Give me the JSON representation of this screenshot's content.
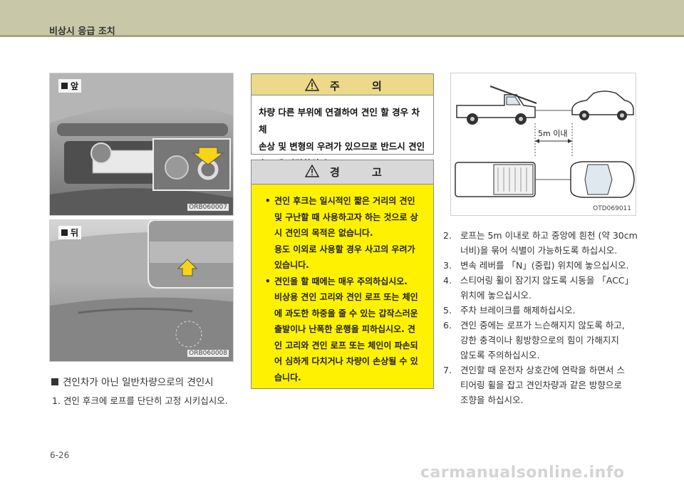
{
  "header": {
    "title": "비상시 응급 조치"
  },
  "front_photo": {
    "label": "앞",
    "code": "ORB060007"
  },
  "rear_photo": {
    "label": "뒤",
    "code": "ORB060008"
  },
  "caution": {
    "title": "주 의",
    "lines": [
      "차량 다른 부위에 연결하여 견인 할 경우 차체",
      "손상 및 변형의 우려가 있으므로 반드시 견인",
      "후크에 연결하십시오."
    ]
  },
  "warning": {
    "title": "경 고",
    "items": [
      {
        "bullet": "•",
        "lines": [
          "견인 후크는 일시적인 짧은 거리의 견인",
          "및 구난할 때 사용하고자 하는 것으로 상",
          "시 견인의 목적은 없습니다.",
          "용도 이외로 사용할 경우 사고의 우려가",
          "있습니다."
        ]
      },
      {
        "bullet": "•",
        "lines": [
          "견인을 할 때에는 매우 주의하십시오.",
          "비상용 견인 고리와 견인 로프 또는 체인",
          "에 과도한 하중을 줄 수 있는 갑작스러운",
          "출발이나 난폭한 운행을 피하십시오. 견",
          "인 고리와 견인 로프 또는 체인이 파손되",
          "어 심하게 다치거나 차량이 손상될 수 있",
          "습니다."
        ]
      }
    ]
  },
  "diagram": {
    "distance_label": "5m 이내",
    "code": "OTD069011"
  },
  "section": {
    "heading": "견인차가 아닌 일반차량으로의 견인시",
    "step1": "1.  견인 후크에 로프를 단단히 고정 시키십시오."
  },
  "steps": [
    {
      "num": "2.",
      "lines": [
        "로프는 5m 이내로 하고 중앙에 흰천 (약 30cm",
        "너비)을 묶어 식별이 가능하도록 하십시오."
      ]
    },
    {
      "num": "3.",
      "lines": [
        "변속 레버를 「N」(중립) 위치에 놓으십시오."
      ]
    },
    {
      "num": "4.",
      "lines": [
        "스티어링 휠이 잠기지 않도록 시동을 「ACC」",
        "위치에 놓으십시오."
      ]
    },
    {
      "num": "5.",
      "lines": [
        "주차 브레이크를 해제하십시오."
      ]
    },
    {
      "num": "6.",
      "lines": [
        "견인 중에는 로프가 느슨해지지 않도록 하고,",
        "강한 충격이나 횡방향으로의 힘이 가해지지",
        "않도록 주의하십시오."
      ]
    },
    {
      "num": "7.",
      "lines": [
        "견인할 때 운전자 상호간에 연락을 하면서 스",
        "티어링 휠을 잡고 견인차량과 같은 방향으로",
        "조향을 하십시오."
      ]
    }
  ],
  "page": {
    "number": "6-26"
  },
  "watermark": {
    "text": "carmanualsonline.info"
  },
  "colors": {
    "caution_header": "#ecd98a",
    "warning_bg": "#fff200",
    "warning_header": "#d8d8d8",
    "header_band": "#c8c8a8",
    "arrow_yellow": "#f7d417"
  }
}
